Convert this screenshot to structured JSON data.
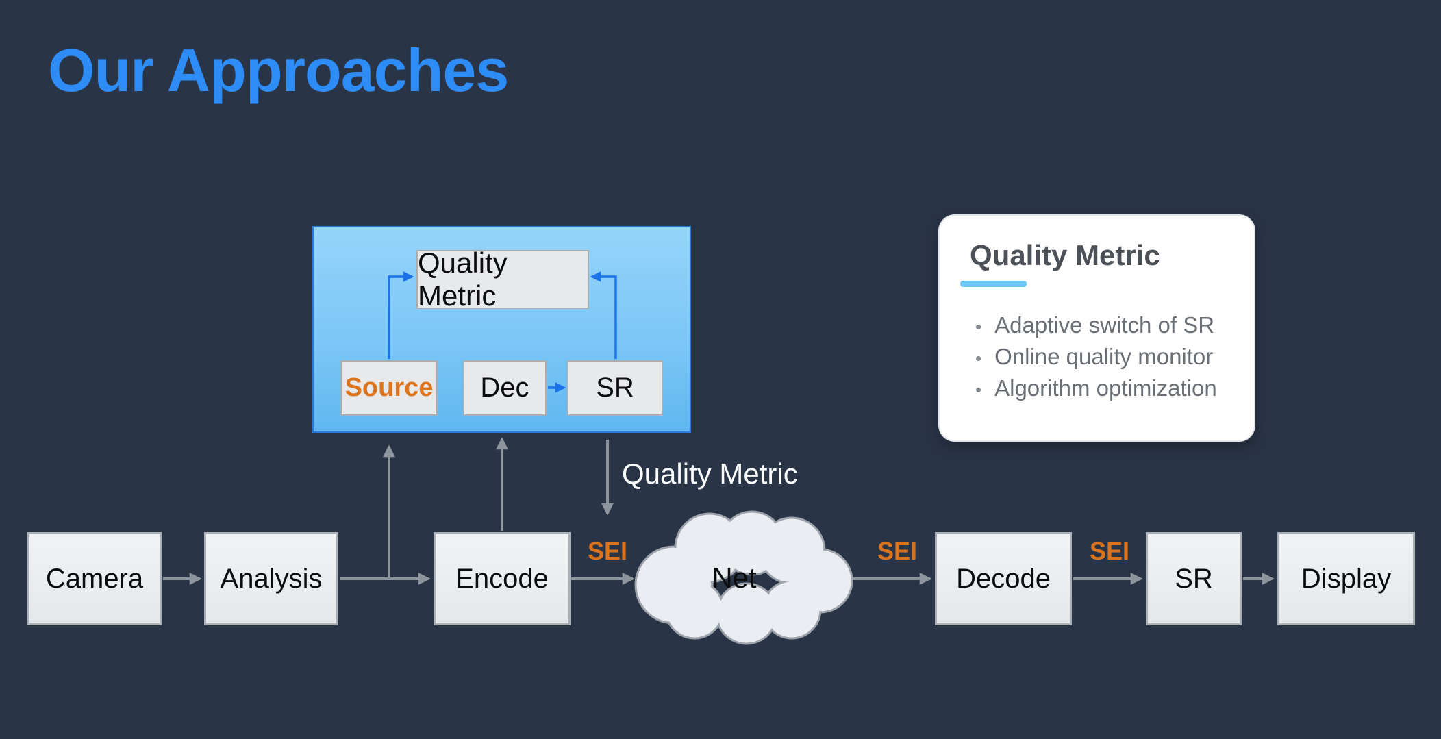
{
  "slide": {
    "title": "Our Approaches"
  },
  "feedback_panel": {
    "quality_metric_label": "Quality Metric",
    "source_label": "Source",
    "dec_label": "Dec",
    "sr_label": "SR"
  },
  "info_card": {
    "title": "Quality Metric",
    "bullets": [
      "Adaptive switch of SR",
      "Online quality monitor",
      "Algorithm optimization"
    ]
  },
  "pipeline": {
    "camera_label": "Camera",
    "analysis_label": "Analysis",
    "encode_label": "Encode",
    "net_label": "Net",
    "decode_label": "Decode",
    "sr_label": "SR",
    "display_label": "Display",
    "sei_label": "SEI",
    "metric_flow_label": "Quality Metric"
  },
  "colors": {
    "background": "#2A3447",
    "title_blue": "#2E8CF6",
    "accent_orange": "#DC741E",
    "panel_blue_top": "#95D4FA",
    "panel_blue_bottom": "#60B7F1",
    "arrow_gray": "#8F959D",
    "arrow_blue": "#1C72E8",
    "card_accent": "#6AC6F2",
    "box_fill": "#EAECEF",
    "cloud_fill": "#EAEDF1"
  }
}
